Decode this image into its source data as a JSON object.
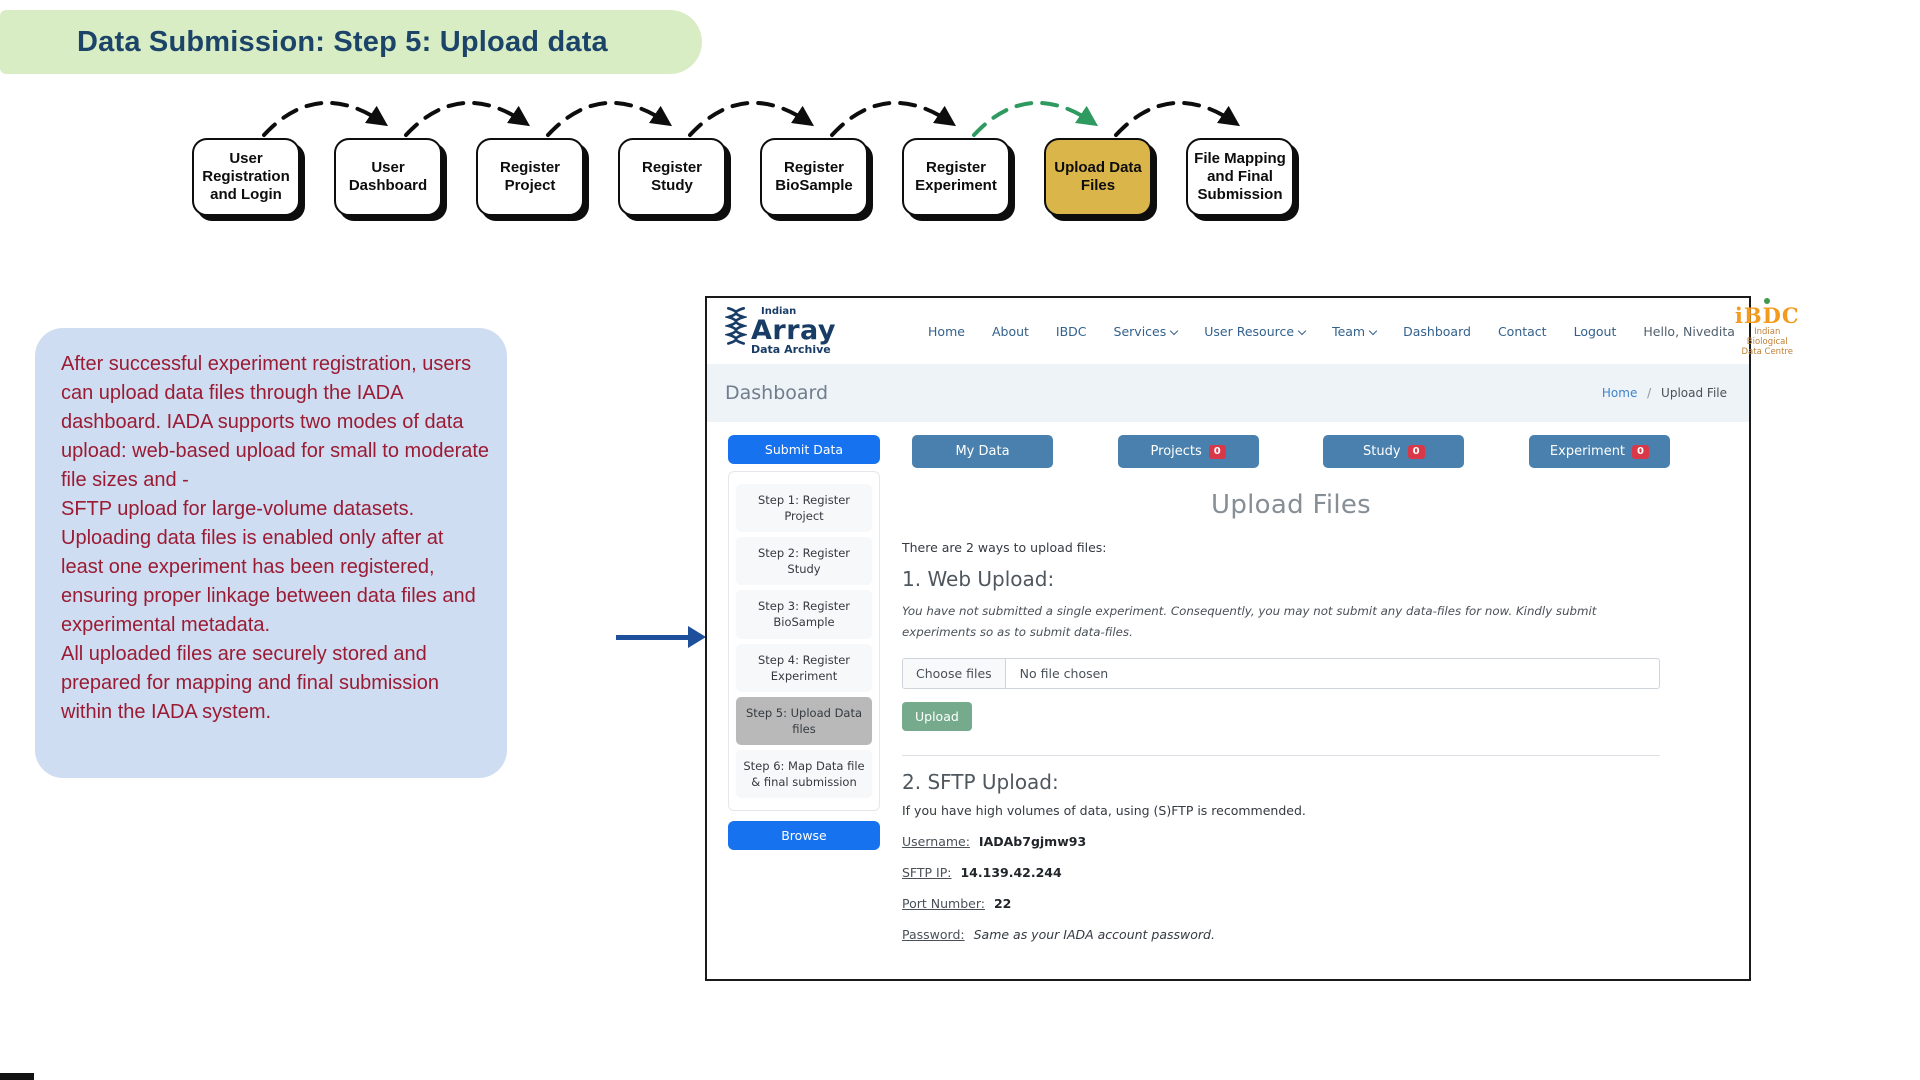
{
  "title_banner": {
    "text": "Data Submission: Step 5: Upload data"
  },
  "flowchart": {
    "steps": [
      {
        "label": "User Registration and Login"
      },
      {
        "label": "User Dashboard"
      },
      {
        "label": "Register Project"
      },
      {
        "label": "Register Study"
      },
      {
        "label": "Register BioSample"
      },
      {
        "label": "Register Experiment"
      },
      {
        "label": "Upload Data Files"
      },
      {
        "label": "File Mapping and Final Submission"
      }
    ],
    "highlight_color": "#d9b54a",
    "arrow_color": "#0d0d0d",
    "active_arrow_color": "#2f9a5f"
  },
  "note_box": {
    "background": "#cfddf2",
    "text_color": "#9a1b33",
    "paragraphs": [
      "After successful experiment registration, users can upload data files through the IADA dashboard. IADA supports two modes of data upload: web-based upload for small to moderate file sizes and -",
      "SFTP upload for large-volume datasets.",
      "Uploading data files is enabled only after at least one experiment has been registered, ensuring proper linkage between data files and experimental metadata.",
      "All uploaded files are securely stored and prepared for mapping and final submission within the IADA system."
    ]
  },
  "app": {
    "logo": {
      "line1": "Indian",
      "line2": "Array",
      "line3": "Data Archive"
    },
    "nav": {
      "items": [
        "Home",
        "About",
        "IBDC",
        "Services",
        "User Resource",
        "Team",
        "Dashboard",
        "Contact",
        "Logout"
      ],
      "greeting": "Hello, Nivedita"
    },
    "ibdc_logo": {
      "text": "iBDC",
      "caption_line1": "Indian Biological",
      "caption_line2": "Data Centre"
    },
    "breadcrumb_bar": {
      "title": "Dashboard",
      "home": "Home",
      "separator": "/",
      "current": "Upload File"
    },
    "sidebar": {
      "submit_button": "Submit Data",
      "steps": [
        "Step 1: Register Project",
        "Step 2: Register Study",
        "Step 3: Register BioSample",
        "Step 4: Register Experiment",
        "Step 5: Upload Data files",
        "Step 6: Map Data file & final submission"
      ],
      "browse_button": "Browse"
    },
    "stat_buttons": [
      {
        "label": "My Data"
      },
      {
        "label": "Projects",
        "badge": "0"
      },
      {
        "label": "Study",
        "badge": "0"
      },
      {
        "label": "Experiment",
        "badge": "0"
      }
    ],
    "upload_page": {
      "heading": "Upload Files",
      "intro": "There are 2 ways to upload files:",
      "web_upload": {
        "heading": "1. Web Upload:",
        "warning": "You have not submitted a single experiment. Consequently, you may not submit any data-files for now. Kindly submit experiments so as to submit data-files.",
        "choose_files_label": "Choose files",
        "no_file_text": "No file chosen",
        "upload_button": "Upload"
      },
      "sftp_upload": {
        "heading": "2. SFTP Upload:",
        "recommendation": "If you have high volumes of data, using (S)FTP is recommended.",
        "fields": [
          {
            "label": "Username:",
            "value": "IADAb7gjmw93",
            "style": "bold"
          },
          {
            "label": "SFTP IP:",
            "value": "14.139.42.244",
            "style": "bold"
          },
          {
            "label": "Port Number:",
            "value": "22",
            "style": "bold"
          },
          {
            "label": "Password:",
            "value": "Same as your IADA account password.",
            "style": "italic"
          }
        ]
      }
    }
  }
}
